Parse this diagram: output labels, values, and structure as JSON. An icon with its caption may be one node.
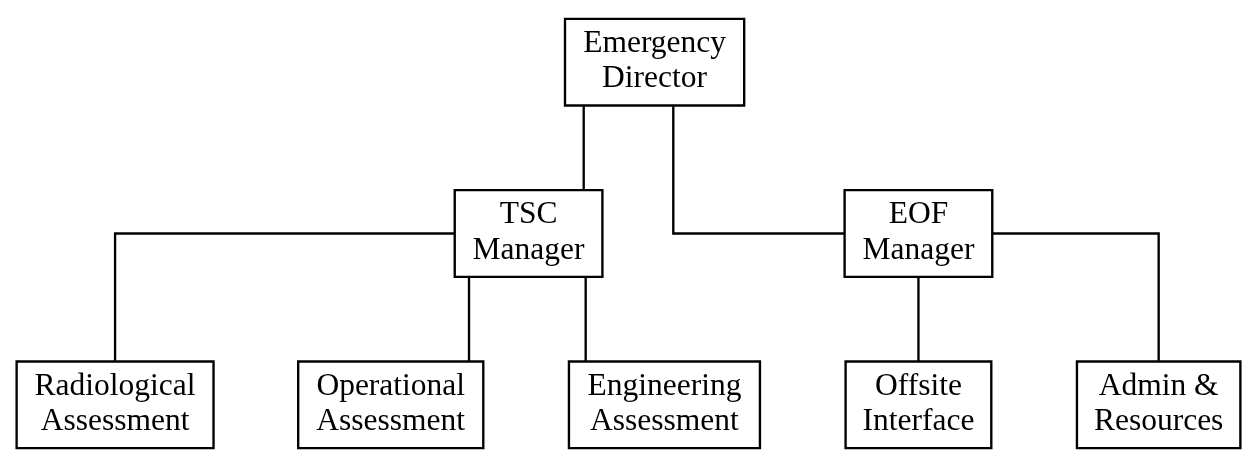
{
  "diagram": {
    "nodes": [
      {
        "text": [
          "Emergency Director"
        ]
      },
      {
        "text": [
          "TSC Manager"
        ]
      },
      {
        "text": [
          "EOF Manager"
        ]
      },
      {
        "text": [
          "Radiological Assessment"
        ]
      },
      {
        "text": [
          "Operational Assessment"
        ]
      },
      {
        "text": [
          "Engineering Assessment"
        ]
      },
      {
        "text": [
          "Offsite Interface"
        ]
      },
      {
        "text": [
          "Admin & Resources"
        ]
      }
    ],
    "edges": [
      {
        "from": 0,
        "to": 1,
        "arrow": "none"
      },
      {
        "from": 0,
        "to": 2,
        "arrow": "none"
      },
      {
        "from": 1,
        "to": 3,
        "arrow": "none"
      },
      {
        "from": 1,
        "to": 4,
        "arrow": "none"
      },
      {
        "from": 1,
        "to": 5,
        "arrow": "none"
      },
      {
        "from": 2,
        "to": 6,
        "arrow": "none"
      },
      {
        "from": 2,
        "to": 7,
        "arrow": "none"
      }
    ]
  }
}
